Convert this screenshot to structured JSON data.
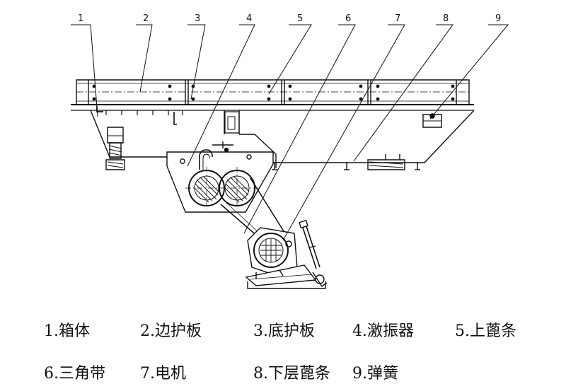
{
  "callouts": [
    "1",
    "2",
    "3",
    "4",
    "5",
    "6",
    "7",
    "8",
    "9"
  ],
  "legend": [
    "1.箱体",
    "2.边护板",
    "3.底护板",
    "4.激振器",
    "5.上蓖条",
    "6.三角带",
    "7.电机",
    "8.下层蓖条",
    "9.弹簧"
  ]
}
